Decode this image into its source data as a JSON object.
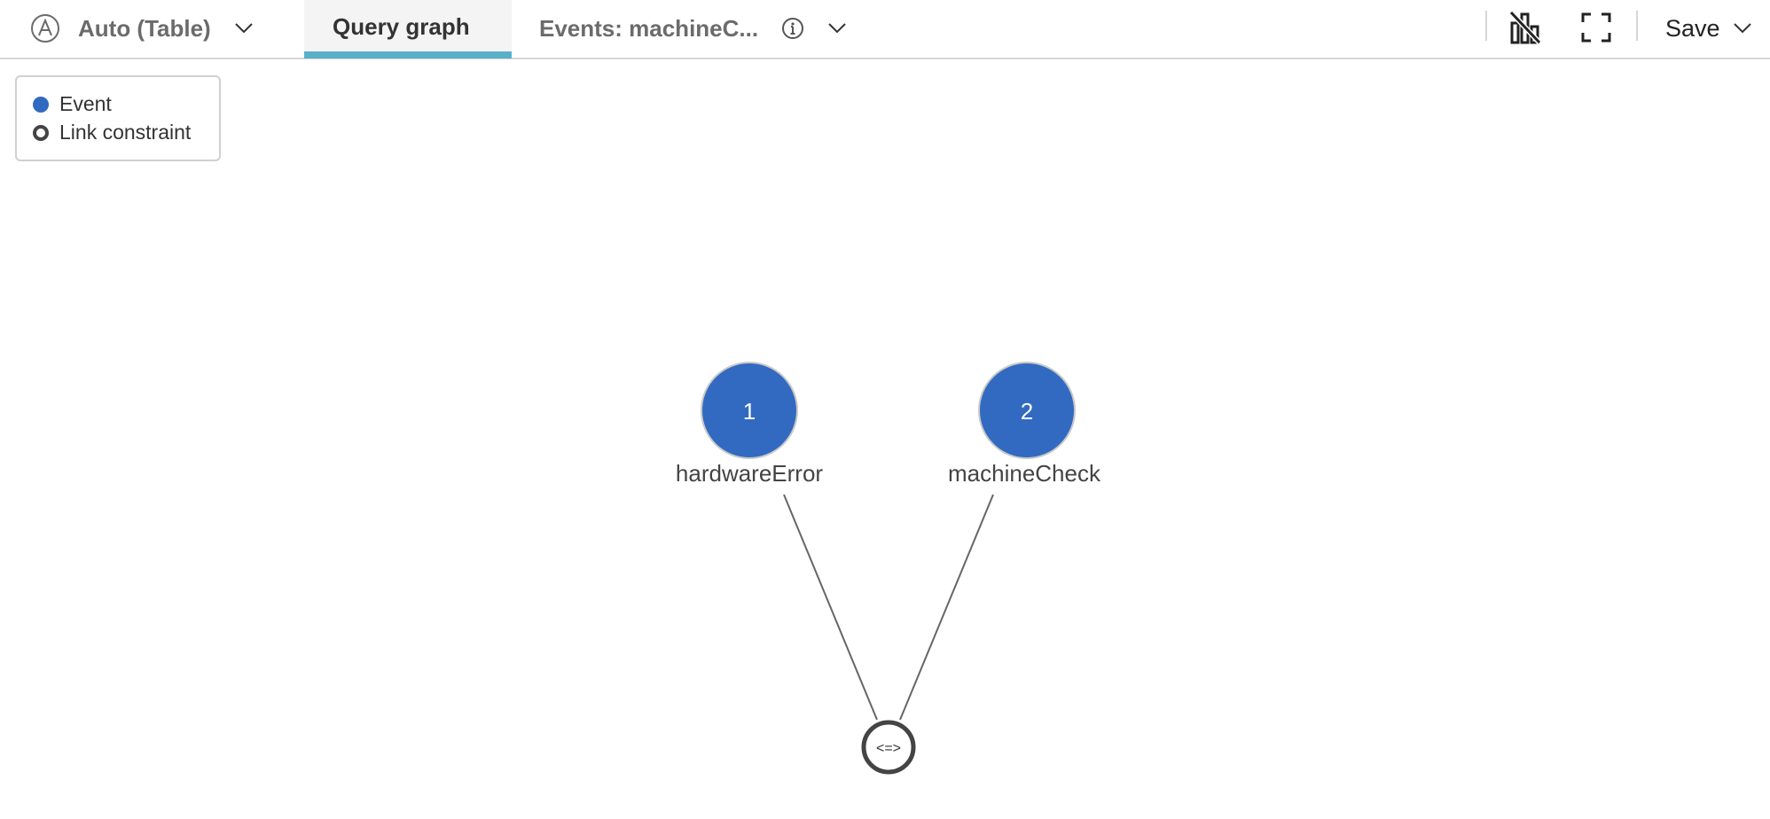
{
  "toolbar": {
    "mode_icon": "circle-a-icon",
    "mode_label": "Auto (Table)",
    "tabs": [
      {
        "label": "Query graph",
        "active": true
      },
      {
        "label": "Events: machineC...",
        "active": false
      }
    ],
    "save_label": "Save",
    "icons": [
      "chart-off-icon",
      "fullscreen-icon",
      "info-icon",
      "chevron-down-icon"
    ]
  },
  "legend": {
    "items": [
      {
        "label": "Event",
        "color": "#316ac0"
      },
      {
        "label": "Link constraint",
        "color": "#444444"
      }
    ]
  },
  "graph": {
    "nodes": [
      {
        "id": "1",
        "label": "hardwareError"
      },
      {
        "id": "2",
        "label": "machineCheck"
      }
    ],
    "constraint": {
      "label": "<=>"
    },
    "node_color": "#316ac0"
  }
}
